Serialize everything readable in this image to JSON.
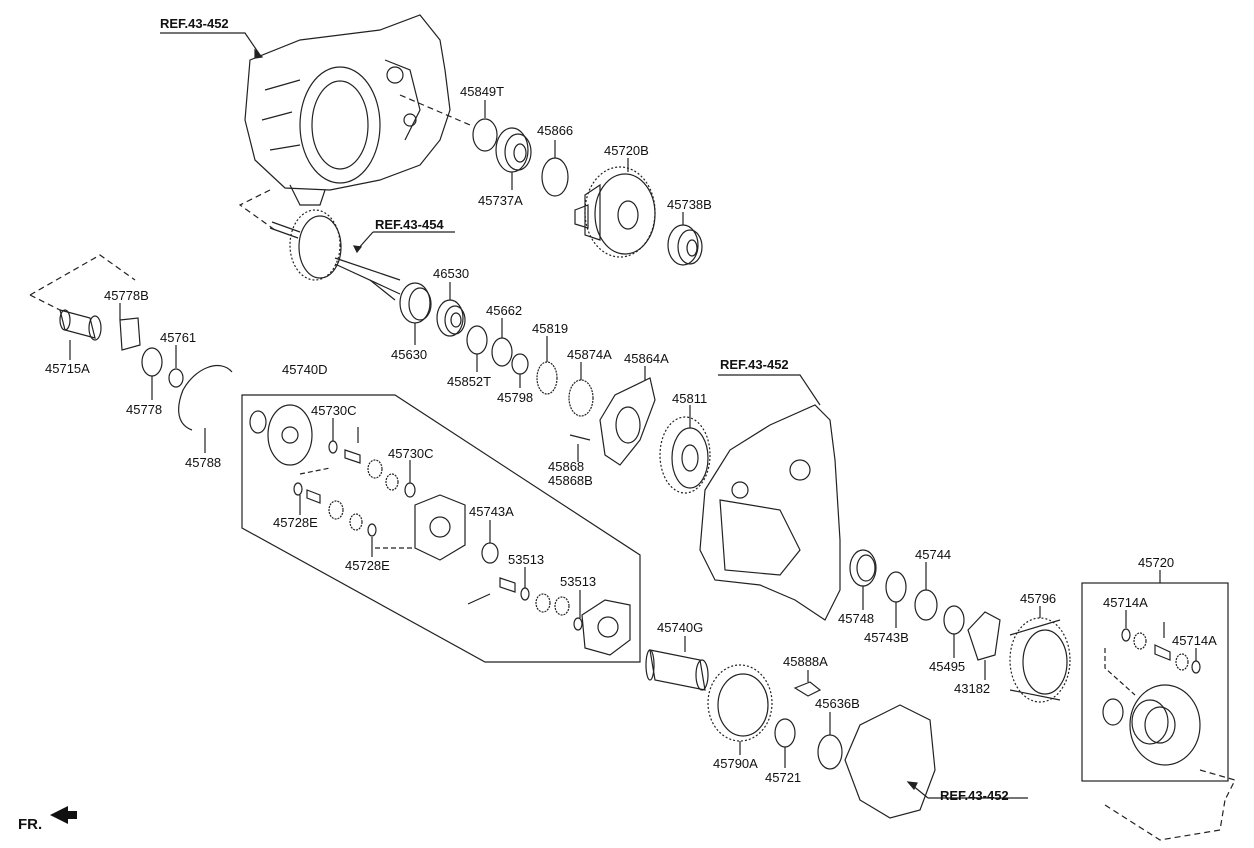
{
  "refs": {
    "ref_top": "REF.43-452",
    "ref_shaft": "REF.43-454",
    "ref_right": "REF.43-452",
    "ref_bottom": "REF.43-452"
  },
  "parts": {
    "p45849T": "45849T",
    "p45866": "45866",
    "p45720B": "45720B",
    "p45737A": "45737A",
    "p45738B": "45738B",
    "p46530": "46530",
    "p45662": "45662",
    "p45819": "45819",
    "p45630": "45630",
    "p45852T": "45852T",
    "p45798": "45798",
    "p45874A": "45874A",
    "p45864A": "45864A",
    "p45811": "45811",
    "p45868": "45868",
    "p45868B": "45868B",
    "p45778B": "45778B",
    "p45761": "45761",
    "p45715A": "45715A",
    "p45778": "45778",
    "p45788": "45788",
    "p45740D": "45740D",
    "p45730C_1": "45730C",
    "p45730C_2": "45730C",
    "p45728E_1": "45728E",
    "p45728E_2": "45728E",
    "p45743A": "45743A",
    "p53513_1": "53513",
    "p53513_2": "53513",
    "p45744": "45744",
    "p45748": "45748",
    "p45743B": "45743B",
    "p45796": "45796",
    "p45495": "45495",
    "p43182": "43182",
    "p45720": "45720",
    "p45714A_1": "45714A",
    "p45714A_2": "45714A",
    "p45740G": "45740G",
    "p45888A": "45888A",
    "p45636B": "45636B",
    "p45790A": "45790A",
    "p45721": "45721"
  },
  "fr_label": "FR."
}
